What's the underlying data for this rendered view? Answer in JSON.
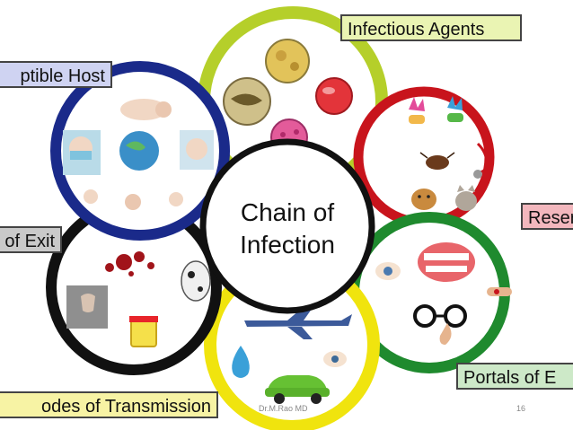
{
  "diagram": {
    "center_title_line1": "Chain of",
    "center_title_line2": "Infection",
    "stages": {
      "infectious_agents": "Infectious Agents",
      "reservoir": "Reser",
      "portals_of_entry": "Portals of E",
      "modes_of_transmission": "odes of Transmission",
      "portal_of_exit": "of Exit",
      "susceptible_host": "ptible Host"
    },
    "ring_colors": {
      "infectious_agents": "#b5cf2a",
      "reservoir": "#c8141c",
      "portals_of_entry": "#1f8a2e",
      "modes_of_transmission": "#f0e40e",
      "portal_of_exit": "#111111",
      "susceptible_host": "#1a2a8a"
    }
  },
  "footer": {
    "author": "Dr.M.Rao MD",
    "page_number": "16"
  }
}
